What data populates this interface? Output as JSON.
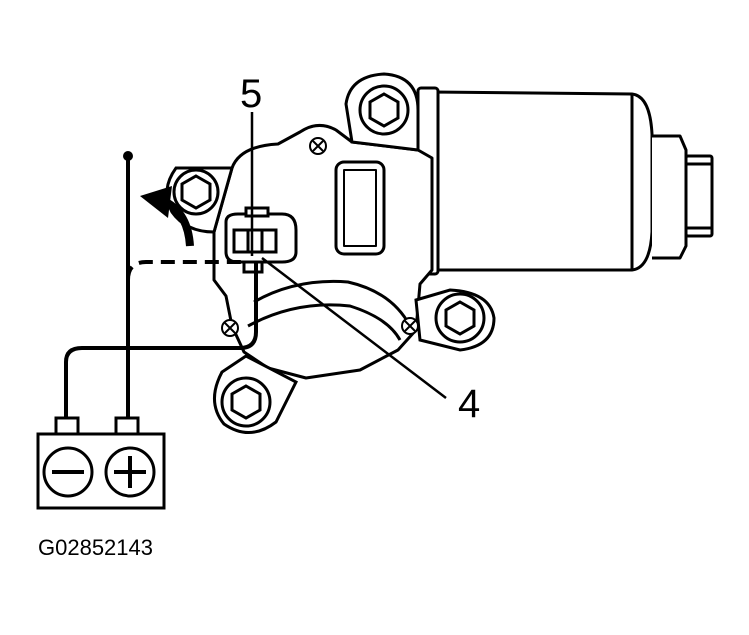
{
  "diagram": {
    "callouts": {
      "terminal_5": "5",
      "terminal_4": "4"
    },
    "figure_code": "G02852143",
    "battery": {
      "negative_symbol": "minus",
      "positive_symbol": "plus"
    },
    "colors": {
      "line": "#000000",
      "background": "#ffffff"
    }
  }
}
